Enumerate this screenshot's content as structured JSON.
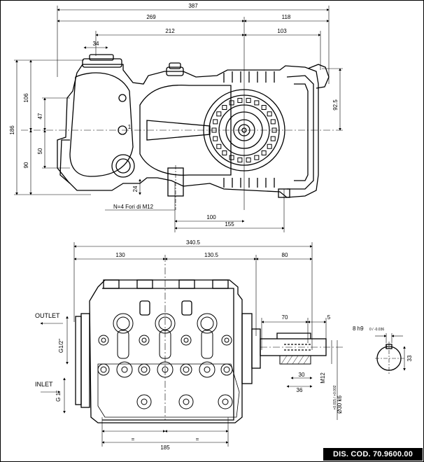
{
  "colors": {
    "line": "#000000",
    "paper": "#ffffff",
    "title_block": "#000000",
    "title_text": "#ffffff"
  },
  "top_view": {
    "dims": {
      "overall_width": "387",
      "left_span": "269",
      "right_span": "118",
      "mid_span": "212",
      "shaft_span": "103",
      "port_span": "34",
      "vertical_total": "186",
      "vertical_upper": "106",
      "vertical_lower": "90",
      "vertical_a": "47",
      "vertical_b": "50",
      "foot_height": "24",
      "shaft_height": "92.5",
      "holes_center": "100",
      "holes_span": "155",
      "marker": "1"
    },
    "note_holes": "N=4 Fori di M12"
  },
  "front_view": {
    "dims": {
      "overall_width": "340.5",
      "left_span": "130",
      "mid_span": "130.5",
      "right_span": "80",
      "shaft_length": "70",
      "key_offset": "5",
      "key_width": "30",
      "thread_depth": "36",
      "bottom_span": "185",
      "eq_left": "=",
      "eq_right": "=",
      "key_section": "8 h9",
      "key_tol": "0 / -0.036",
      "key_height": "33",
      "thread": "M12",
      "shaft_dia": "Ø30 k6",
      "shaft_tol": "+0.015 / +0.002",
      "outlet_thread": "G1/2\"",
      "inlet_thread": "G 1\""
    },
    "outlet_label": "OUTLET",
    "inlet_label": "INLET"
  },
  "title_block": {
    "code": "DIS. COD. 70.9600.00"
  }
}
